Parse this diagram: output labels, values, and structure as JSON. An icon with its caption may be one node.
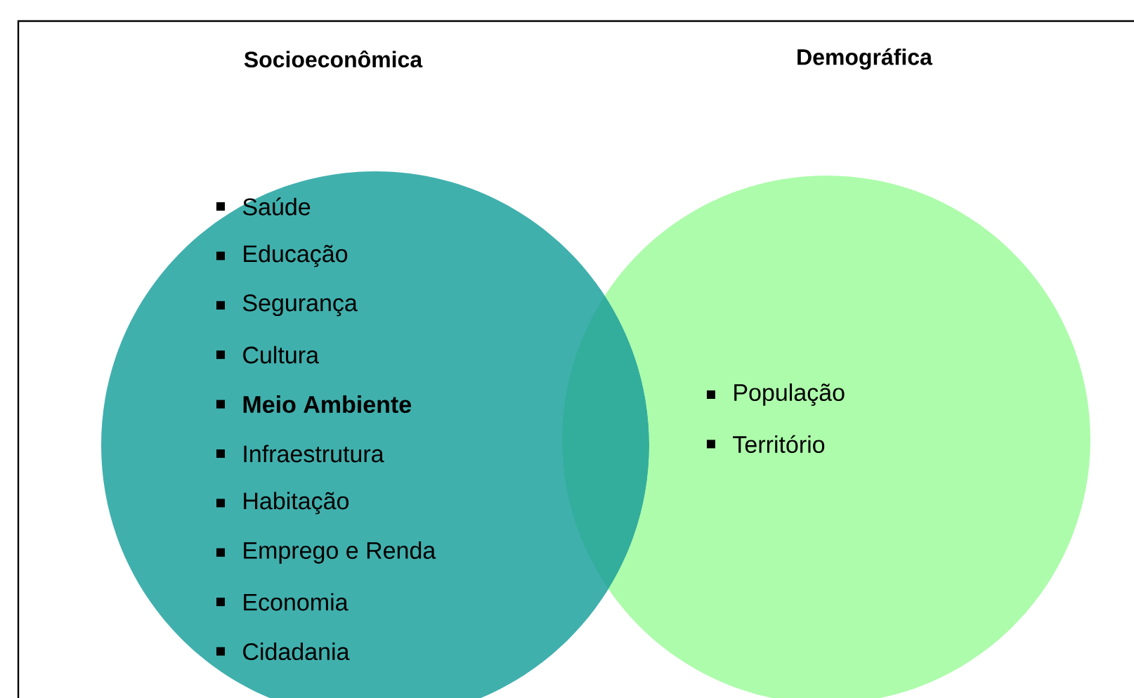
{
  "diagram": {
    "nodes": [
      {
        "text": [
          "Socioeconômica",
          "Saúde",
          "Educação",
          "Segurança",
          "Cultura",
          "**Meio Ambiente**",
          "Infraestrutura",
          "Habitação",
          "Emprego e Renda",
          "Economia",
          "Cidadania"
        ]
      },
      {
        "text": [
          "Demográfica",
          "População",
          "Território"
        ]
      }
    ]
  }
}
